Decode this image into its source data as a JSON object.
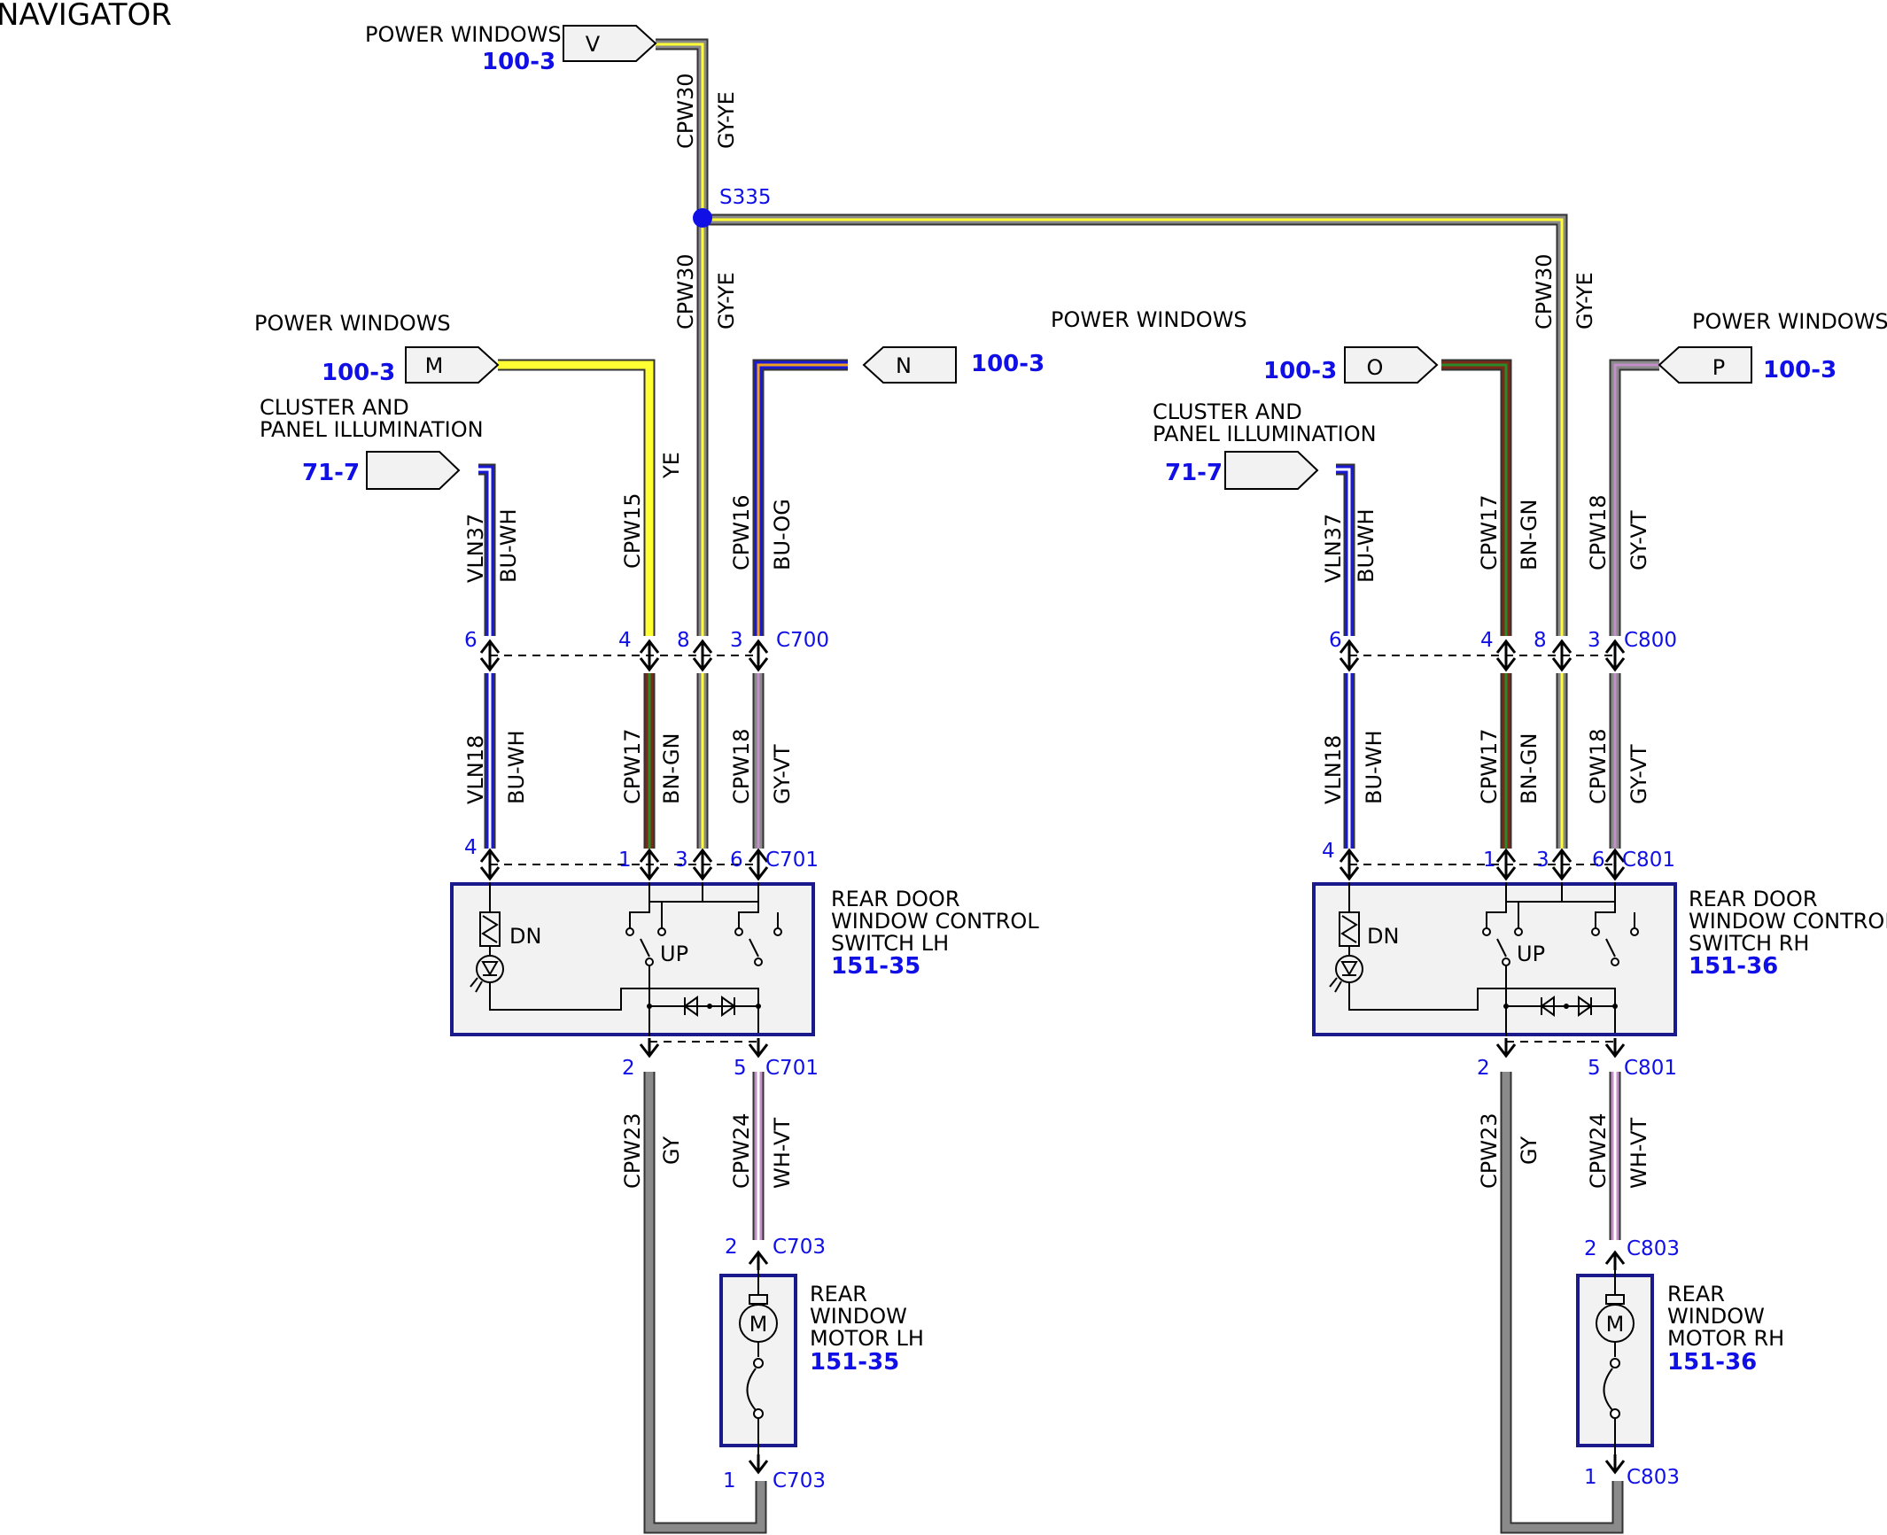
{
  "title": "NAVIGATOR",
  "colors": {
    "outline": "#333333",
    "YE": "#ffff33",
    "GY": "#8a8a8a",
    "BU": "#1a1ad6",
    "WH": "#ffffff",
    "BN": "#7a2a17",
    "VT": "#c38fc8",
    "OG": "#f0a020",
    "GN": "#2a8a2a",
    "accent": "#1010e6",
    "box_border": "#1a1a8c",
    "box_fill": "#f2f2f2"
  },
  "connectors": {
    "V": {
      "letter": "V",
      "label": "POWER WINDOWS",
      "ref": "100-3"
    },
    "M": {
      "letter": "M",
      "label": "POWER WINDOWS",
      "ref": "100-3"
    },
    "N": {
      "letter": "N",
      "ref": "100-3"
    },
    "center_label": "POWER WINDOWS",
    "O": {
      "letter": "O",
      "ref": "100-3"
    },
    "P": {
      "letter": "P",
      "label": "POWER WINDOWS",
      "ref": "100-3"
    },
    "illum_left": {
      "label1": "CLUSTER AND",
      "label2": "PANEL ILLUMINATION",
      "ref": "71-7"
    },
    "illum_right": {
      "label1": "CLUSTER AND",
      "label2": "PANEL ILLUMINATION",
      "ref": "71-7"
    }
  },
  "splice": {
    "name": "S335"
  },
  "wires": {
    "cpw30_top": {
      "circuit": "CPW30",
      "color": "GY-YE"
    },
    "cpw30_mid": {
      "circuit": "CPW30",
      "color": "GY-YE"
    },
    "cpw30_right": {
      "circuit": "CPW30",
      "color": "GY-YE"
    },
    "left": {
      "vln37": {
        "circuit": "VLN37",
        "color": "BU-WH"
      },
      "cpw15": {
        "circuit": "CPW15",
        "color": "YE"
      },
      "cpw16": {
        "circuit": "CPW16",
        "color": "BU-OG"
      },
      "vln18": {
        "circuit": "VLN18",
        "color": "BU-WH"
      },
      "cpw17": {
        "circuit": "CPW17",
        "color": "BN-GN"
      },
      "cpw18": {
        "circuit": "CPW18",
        "color": "GY-VT"
      },
      "cpw23": {
        "circuit": "CPW23",
        "color": "GY"
      },
      "cpw24": {
        "circuit": "CPW24",
        "color": "WH-VT"
      }
    },
    "right": {
      "vln37": {
        "circuit": "VLN37",
        "color": "BU-WH"
      },
      "cpw17a": {
        "circuit": "CPW17",
        "color": "BN-GN"
      },
      "cpw18a": {
        "circuit": "CPW18",
        "color": "GY-VT"
      },
      "vln18": {
        "circuit": "VLN18",
        "color": "BU-WH"
      },
      "cpw17": {
        "circuit": "CPW17",
        "color": "BN-GN"
      },
      "cpw18": {
        "circuit": "CPW18",
        "color": "GY-VT"
      },
      "cpw23": {
        "circuit": "CPW23",
        "color": "GY"
      },
      "cpw24": {
        "circuit": "CPW24",
        "color": "WH-VT"
      }
    }
  },
  "left": {
    "c_top": {
      "name": "C700",
      "pins": [
        "6",
        "4",
        "8",
        "3"
      ]
    },
    "c_mid": {
      "name": "C701",
      "pins": [
        "4",
        "1",
        "3",
        "6"
      ]
    },
    "c_bot": {
      "name": "C701",
      "pins": [
        "2",
        "5"
      ]
    },
    "motor_top": {
      "name": "C703",
      "pin": "2"
    },
    "motor_bot": {
      "name": "C703",
      "pin": "1"
    },
    "switch": {
      "line1": "REAR DOOR",
      "line2": "WINDOW CONTROL",
      "line3": "SWITCH LH",
      "ref": "151-35",
      "dn": "DN",
      "up": "UP"
    },
    "motor": {
      "line1": "REAR",
      "line2": "WINDOW",
      "line3": "MOTOR LH",
      "ref": "151-35",
      "symbol": "M"
    }
  },
  "right": {
    "c_top": {
      "name": "C800",
      "pins": [
        "6",
        "4",
        "8",
        "3"
      ]
    },
    "c_mid": {
      "name": "C801",
      "pins": [
        "4",
        "1",
        "3",
        "6"
      ]
    },
    "c_bot": {
      "name": "C801",
      "pins": [
        "2",
        "5"
      ]
    },
    "motor_top": {
      "name": "C803",
      "pin": "2"
    },
    "motor_bot": {
      "name": "C803",
      "pin": "1"
    },
    "switch": {
      "line1": "REAR DOOR",
      "line2": "WINDOW CONTROL",
      "line3": "SWITCH RH",
      "ref": "151-36",
      "dn": "DN",
      "up": "UP"
    },
    "motor": {
      "line1": "REAR",
      "line2": "WINDOW",
      "line3": "MOTOR RH",
      "ref": "151-36",
      "symbol": "M"
    }
  }
}
